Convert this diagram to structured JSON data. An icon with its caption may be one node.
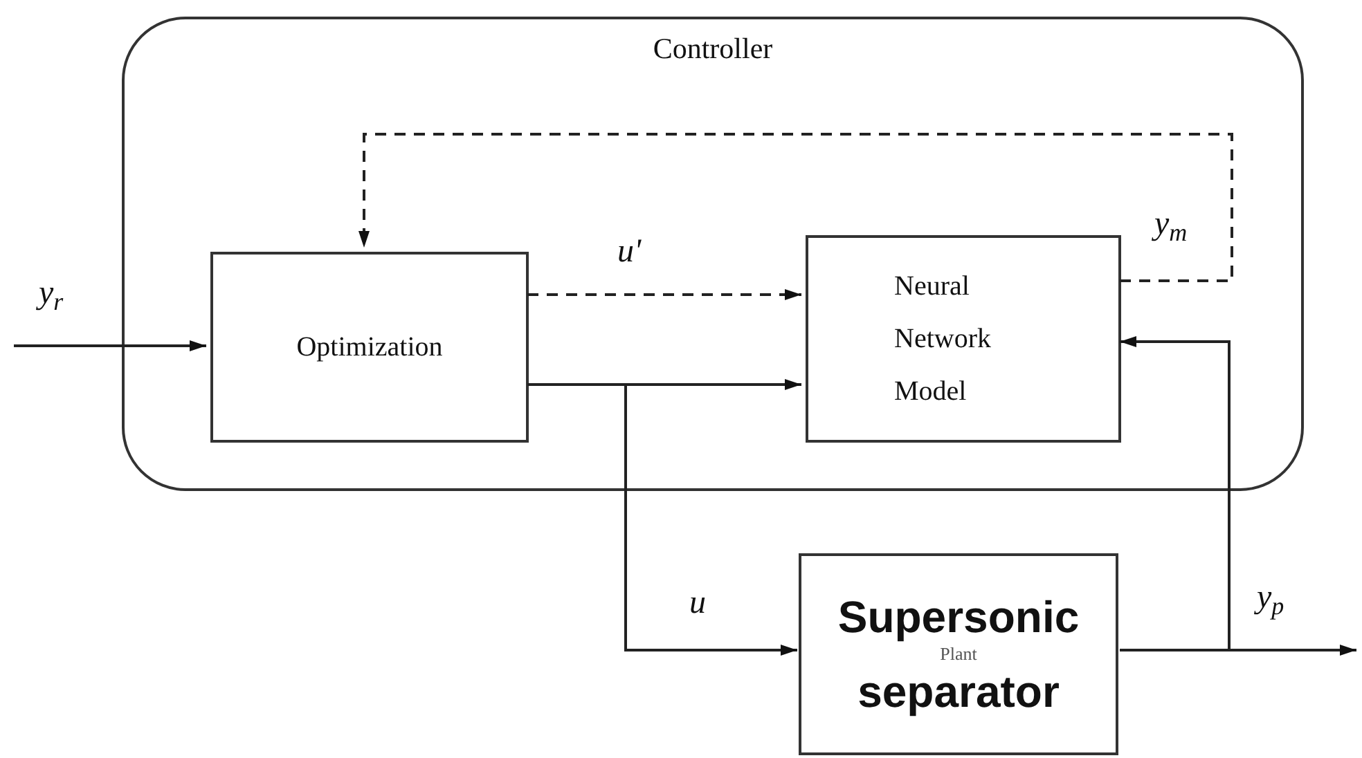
{
  "diagram": {
    "nodes": [
      {
        "text": [
          "Controller"
        ]
      },
      {
        "text": [
          "Optimization"
        ],
        "in": 0
      },
      {
        "text": [
          "Neural Network Model"
        ],
        "in": 0
      },
      {
        "text": [
          "Supersonic separator",
          "Plant"
        ]
      }
    ],
    "edges": [
      {
        "from": null,
        "to": 1,
        "arrow": "to",
        "label": "y$_{r}$"
      },
      {
        "from": 1,
        "to": 2,
        "arrow": "to",
        "label": "u'",
        "style": "dashed"
      },
      {
        "from": 1,
        "to": 2,
        "arrow": "to"
      },
      {
        "from": 1,
        "to": 3,
        "arrow": "to",
        "label": "u"
      },
      {
        "from": 2,
        "to": 1,
        "arrow": "to",
        "label": "y$_{m}$",
        "style": "dashed"
      },
      {
        "from": 3,
        "to": null,
        "arrow": "to",
        "label": "y$_{p}$"
      },
      {
        "from": 3,
        "to": 2,
        "arrow": "to"
      }
    ]
  }
}
